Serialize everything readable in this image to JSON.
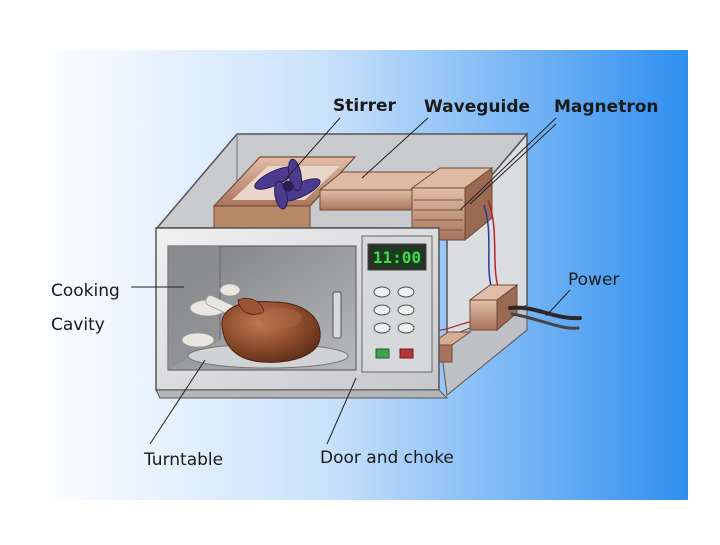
{
  "diagram": {
    "labels": {
      "stirrer": "Stirrer",
      "waveguide": "Waveguide",
      "magnetron": "Magnetron",
      "cooking": "Cooking",
      "cavity": "Cavity",
      "power": "Power",
      "turntable": "Turntable",
      "door_choke": "Door and choke"
    },
    "display_time": "11:00",
    "colors": {
      "backdrop_left": "#ffffff",
      "backdrop_right": "#2f8ff0",
      "cabinet": "#d9dadc",
      "waveguide": "#c89a82",
      "display": "#43d84a",
      "stirrer": "#4b3a8e"
    }
  }
}
